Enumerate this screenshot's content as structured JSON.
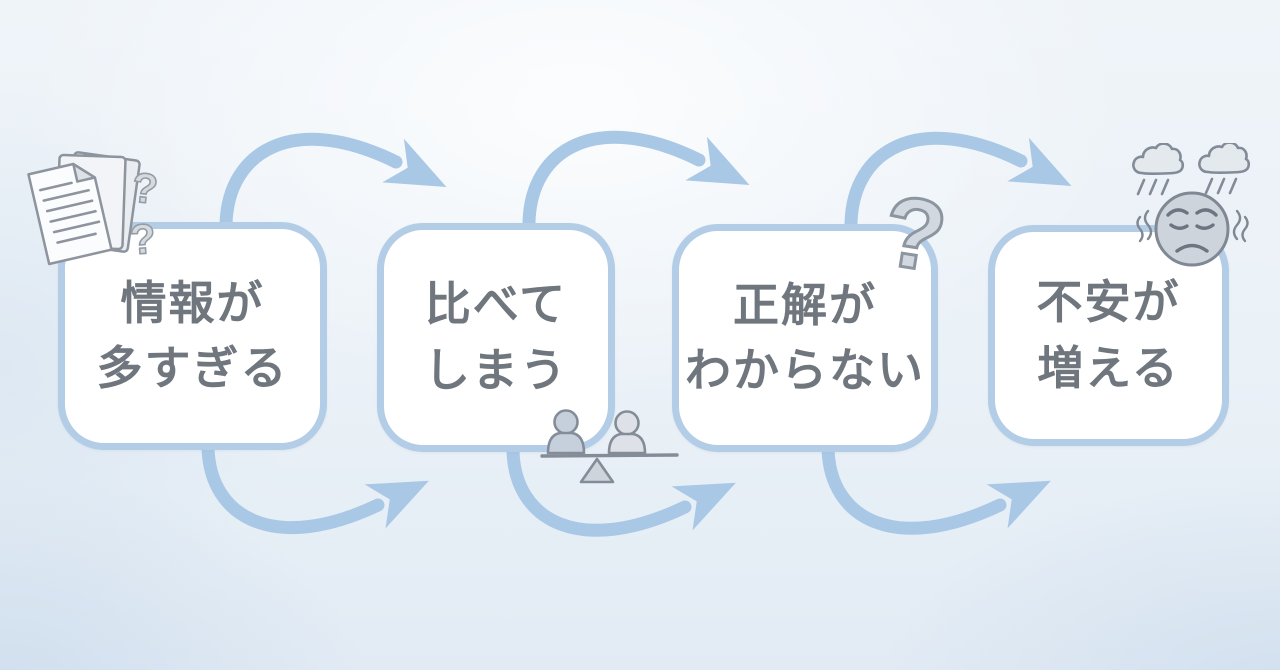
{
  "diagram": {
    "type": "flow-loop",
    "direction": "left-to-right",
    "steps": [
      {
        "label_line1": "情報が",
        "label_line2": "多すぎる",
        "icon": "documents-question-icon"
      },
      {
        "label_line1": "比べて",
        "label_line2": "しまう",
        "icon": "balance-scale-people-icon"
      },
      {
        "label_line1": "正解が",
        "label_line2": "わからない",
        "icon": "question-mark-icon"
      },
      {
        "label_line1": "不安が",
        "label_line2": "増える",
        "icon": "sad-face-rain-clouds-icon"
      }
    ],
    "question_glyph": "?",
    "colors": {
      "arrow_blue": "#a9c8e6",
      "box_border_blue": "#b3cde7",
      "box_fill": "#ffffff",
      "text_gray": "#70767e",
      "icon_outline_gray": "#848c97",
      "icon_fill_gray": "#d2d8df",
      "background_top": "#eff4f9",
      "background_bottom": "#e2ebf4"
    }
  }
}
